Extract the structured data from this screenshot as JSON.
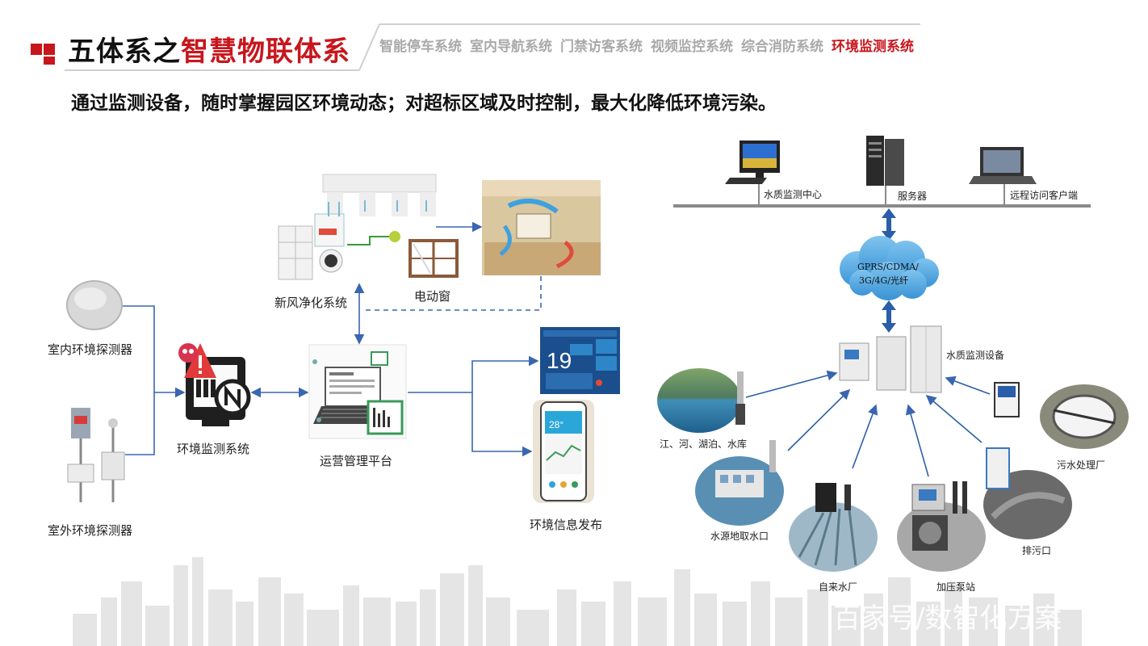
{
  "header": {
    "title_black": "五体系之",
    "title_red": "智慧物联体系",
    "nav": [
      "智能停车系统",
      "室内导航系统",
      "门禁访客系统",
      "视频监控系统",
      "综合消防系统",
      "环境监测系统"
    ],
    "active_nav": "环境监测系统"
  },
  "subtitle": "通过监测设备，随时掌握园区环境动态；对超标区域及时控制，最大化降低环境污染。",
  "left_diagram": {
    "indoor_sensor": "室内环境探测器",
    "outdoor_sensor": "室外环境探测器",
    "monitor_system": "环境监测系统",
    "fresh_air": "新风净化系统",
    "electric_window": "电动窗",
    "ops_platform": "运营管理平台",
    "info_publish": "环境信息发布",
    "screen_temp": "19",
    "phone_temp": "28°"
  },
  "right_diagram": {
    "center": "水质监测中心",
    "server": "服务器",
    "remote_client": "远程访问客户端",
    "network_line1": "GPRS/CDMA/",
    "network_line2": "3G/4G/光纤",
    "equipment": "水质监测设备",
    "sources": {
      "river": "江、河、湖泊、水库",
      "intake": "水源地取水口",
      "waterworks": "自来水厂",
      "pump": "加压泵站",
      "outlet": "排污口",
      "sewage": "污水处理厂"
    }
  },
  "watermark": "百家号/数智化方案",
  "colors": {
    "accent": "#c8161d",
    "line": "#3a66b0",
    "nav_gray": "#a9a9a9"
  }
}
